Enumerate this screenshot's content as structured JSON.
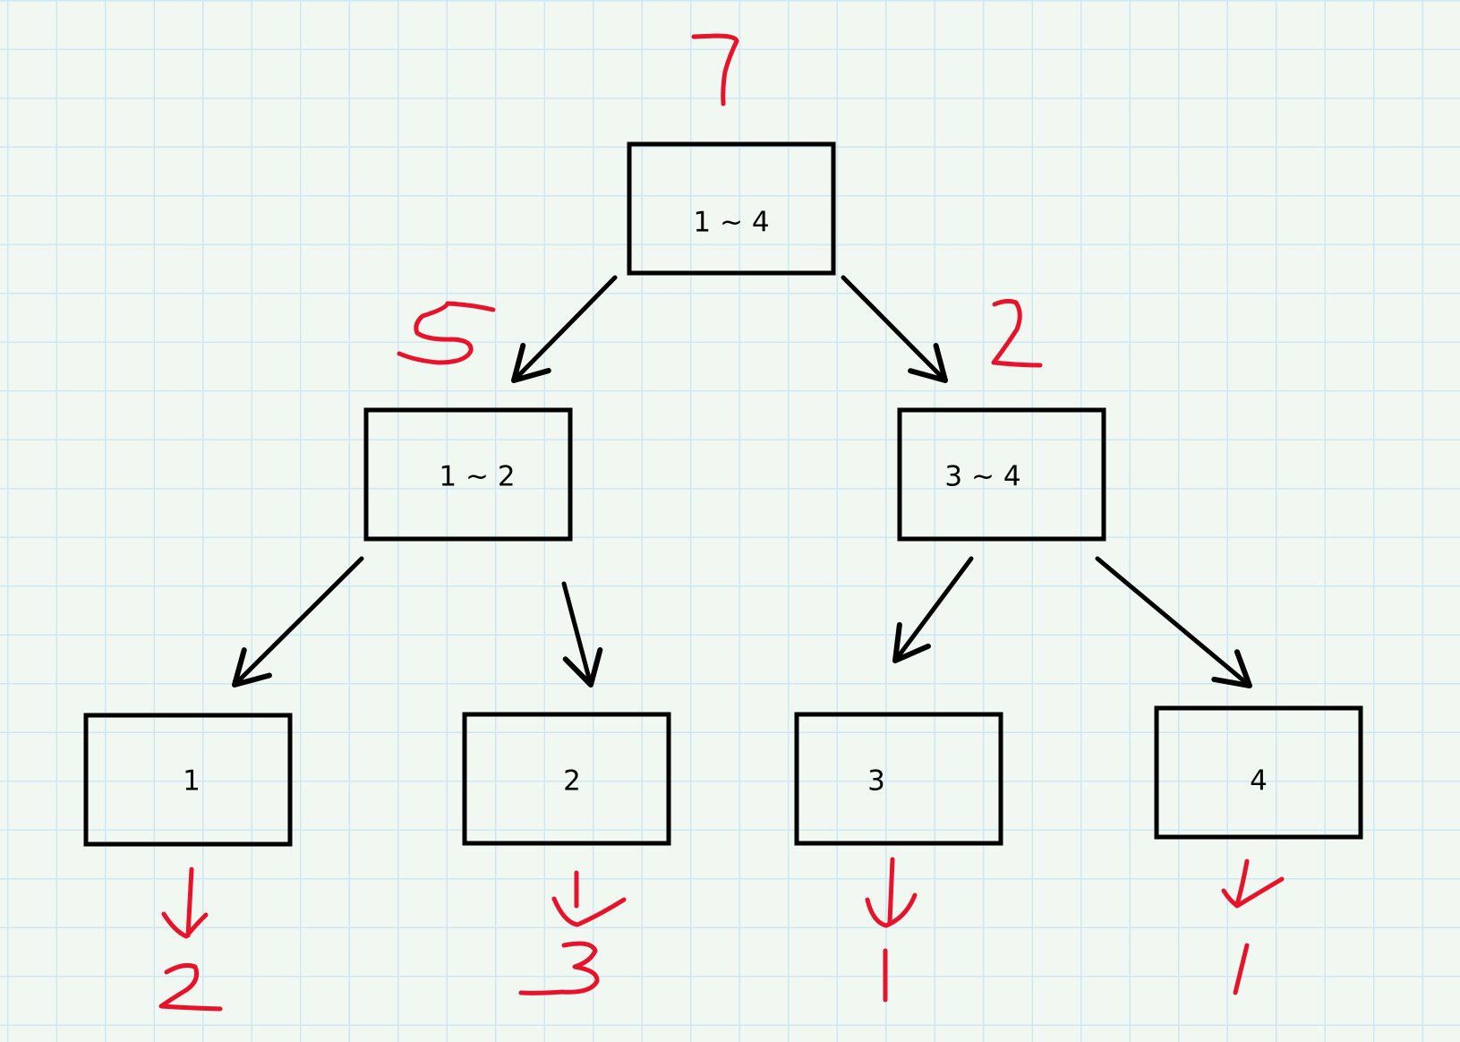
{
  "nodes": {
    "root": {
      "label": "1 ~ 4",
      "annotation": "7"
    },
    "left": {
      "label": "1 ~ 2",
      "annotation": "5"
    },
    "right": {
      "label": "3 ~ 4",
      "annotation": "2"
    },
    "leaf1": {
      "label": "1",
      "annotation": "2"
    },
    "leaf2": {
      "label": "2",
      "annotation": "3"
    },
    "leaf3": {
      "label": "3",
      "annotation": "1"
    },
    "leaf4": {
      "label": "4",
      "annotation": "1"
    }
  },
  "colors": {
    "annotation_ink": "#e8132a",
    "grid_line": "#cfe6f4",
    "background": "#f1f8f1",
    "box_stroke": "#000000"
  }
}
